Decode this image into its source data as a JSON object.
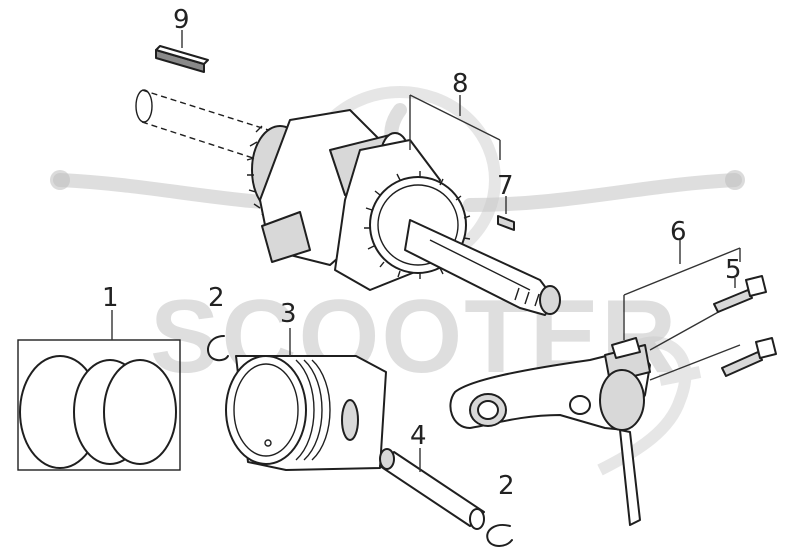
{
  "diagram": {
    "watermark_text": "SCOOTER",
    "callouts": [
      {
        "id": "c9",
        "label": "9"
      },
      {
        "id": "c8",
        "label": "8"
      },
      {
        "id": "c7",
        "label": "7"
      },
      {
        "id": "c6",
        "label": "6"
      },
      {
        "id": "c5",
        "label": "5"
      },
      {
        "id": "c1",
        "label": "1"
      },
      {
        "id": "c2a",
        "label": "2"
      },
      {
        "id": "c3",
        "label": "3"
      },
      {
        "id": "c4",
        "label": "4"
      },
      {
        "id": "c2b",
        "label": "2"
      }
    ]
  }
}
